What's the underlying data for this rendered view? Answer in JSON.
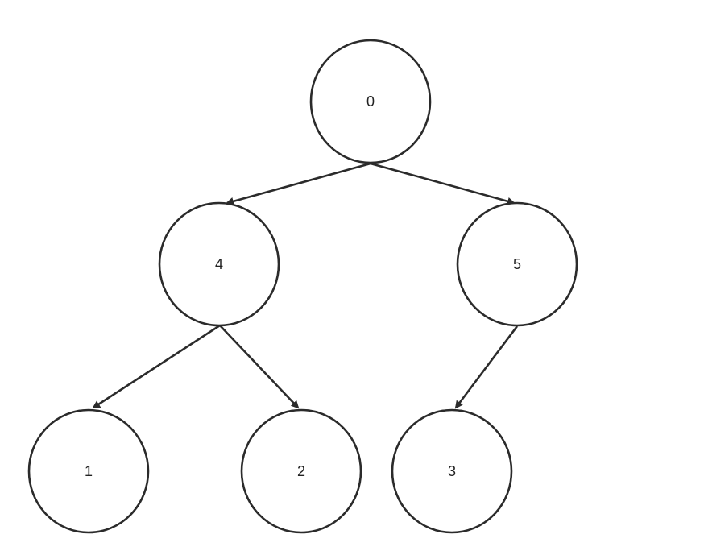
{
  "diagram": {
    "type": "tree",
    "nodes": [
      {
        "id": "n0",
        "label": "0"
      },
      {
        "id": "n4",
        "label": "4"
      },
      {
        "id": "n5",
        "label": "5"
      },
      {
        "id": "n1",
        "label": "1"
      },
      {
        "id": "n2",
        "label": "2"
      },
      {
        "id": "n3",
        "label": "3"
      }
    ],
    "edges": [
      {
        "from": "n0",
        "to": "n4"
      },
      {
        "from": "n0",
        "to": "n5"
      },
      {
        "from": "n4",
        "to": "n1"
      },
      {
        "from": "n4",
        "to": "n2"
      },
      {
        "from": "n5",
        "to": "n3"
      }
    ]
  },
  "colors": {
    "stroke": "#2b2b2b",
    "text": "#222222",
    "background": "#ffffff"
  }
}
